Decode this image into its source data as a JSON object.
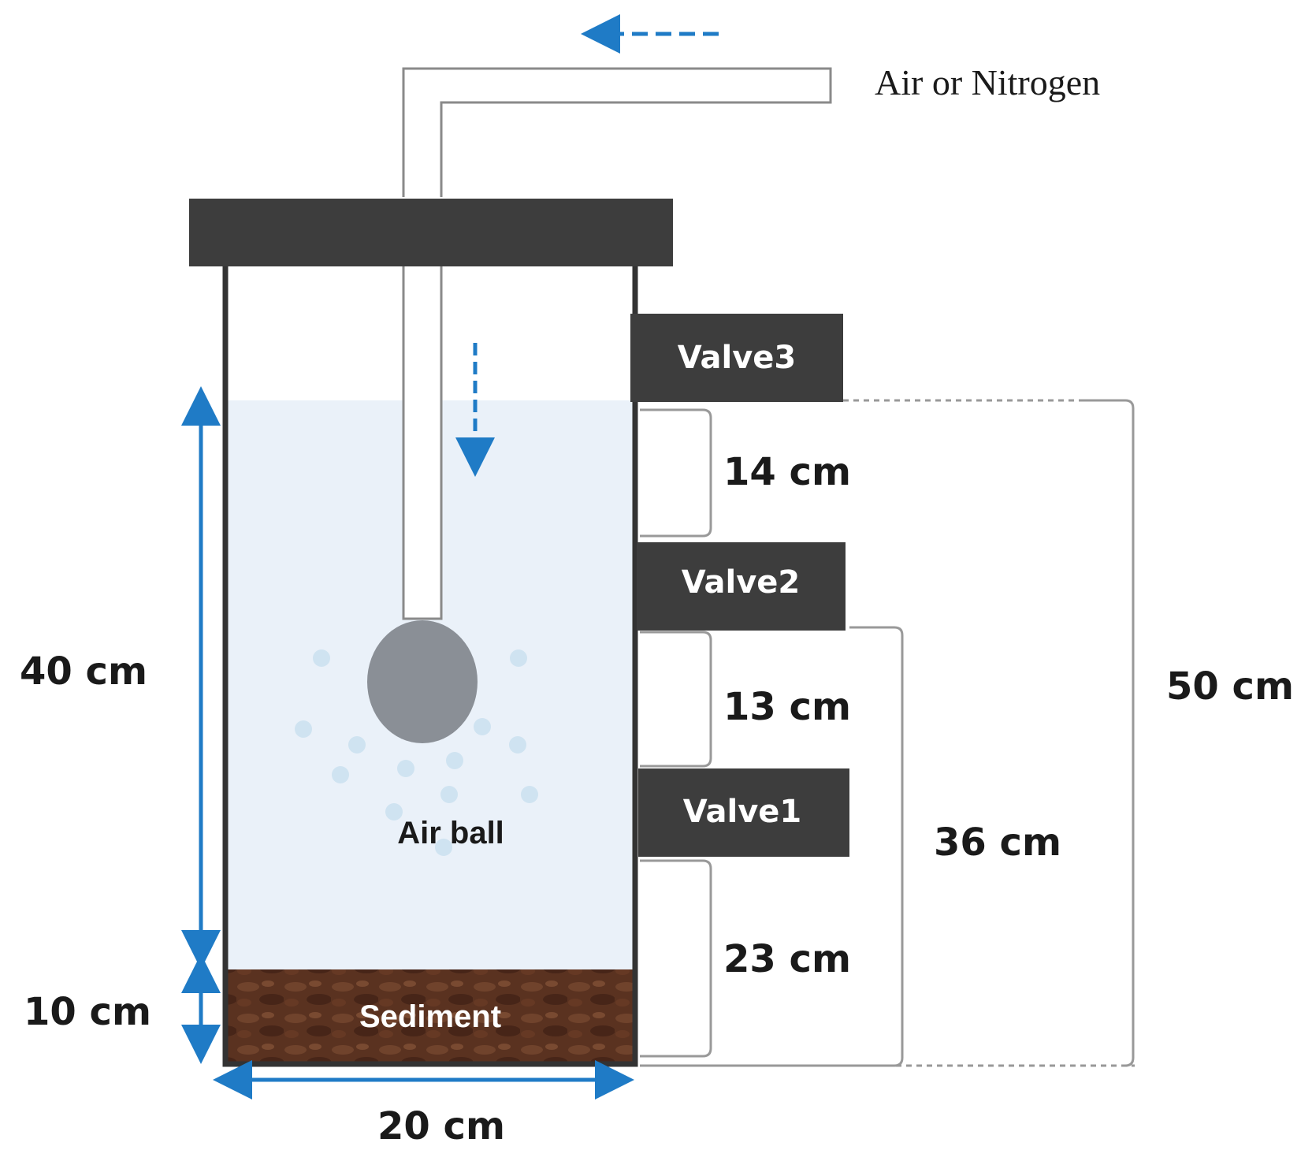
{
  "labels": {
    "gas": "Air or Nitrogen",
    "air_ball": "Air ball",
    "sediment": "Sediment",
    "water_height": "40 cm",
    "sediment_height": "10 cm",
    "width": "20 cm",
    "total_height": "50 cm",
    "valve3_gap": "14 cm",
    "valve2_gap": "13 cm",
    "valve1_height": "23 cm",
    "valve2_height": "36 cm"
  },
  "valves": [
    {
      "label": "Valve3"
    },
    {
      "label": "Valve2"
    },
    {
      "label": "Valve1"
    }
  ],
  "colors": {
    "lid": "#3d3d3d",
    "valve": "#3d3d3d",
    "water": "#eaf1f9",
    "sediment": "#5a3220",
    "arrow": "#1f7bc6",
    "air_ball": "#8a8f96",
    "bubble": "#cfe3f1"
  }
}
